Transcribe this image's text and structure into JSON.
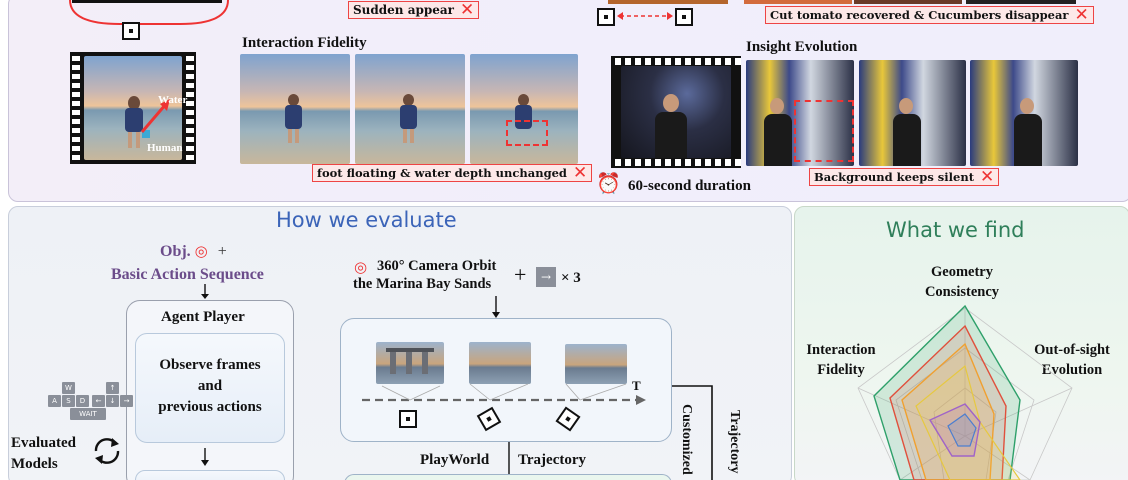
{
  "top": {
    "sudden_appear": "Sudden appear",
    "tomato_caption": "Cut tomato recovered & Cucumbers disappear",
    "interaction_fidelity": "Interaction Fidelity",
    "water_label": "Water",
    "human_label": "Human",
    "foot_caption": "foot floating & water depth unchanged",
    "insight_evolution": "Insight Evolution",
    "duration": "60-second duration",
    "background_caption": "Background keeps silent"
  },
  "evaluate": {
    "title": "How we evaluate",
    "obj": "Obj.",
    "plus": "+",
    "basic_action": "Basic Action Sequence",
    "agent_player": "Agent Player",
    "observe_1": "Observe frames",
    "observe_2": "and",
    "observe_3": "previous actions",
    "evaluated_1": "Evaluated",
    "evaluated_2": "Models",
    "keys": [
      "W",
      "A",
      "S",
      "D",
      "↑",
      "←",
      "↓",
      "→",
      "WAIT"
    ],
    "orbit_1": "360° Camera Orbit",
    "orbit_2": "the Marina Bay Sands",
    "times": "× 3",
    "t_label": "T",
    "playworld": "PlayWorld",
    "trajectory": "Trajectory",
    "customized_1": "Customized",
    "customized_2": "Trajectory"
  },
  "find": {
    "title": "What we find",
    "geometry_1": "Geometry",
    "geometry_2": "Consistency",
    "interaction_1": "Interaction",
    "interaction_2": "Fidelity",
    "oos_1": "Out-of-sight",
    "oos_2": "Evolution"
  },
  "colors": {
    "red": "#e33333",
    "blue_title": "#3b64b8",
    "green_title": "#2f7f5a",
    "purple_text": "#6b4c8a"
  }
}
